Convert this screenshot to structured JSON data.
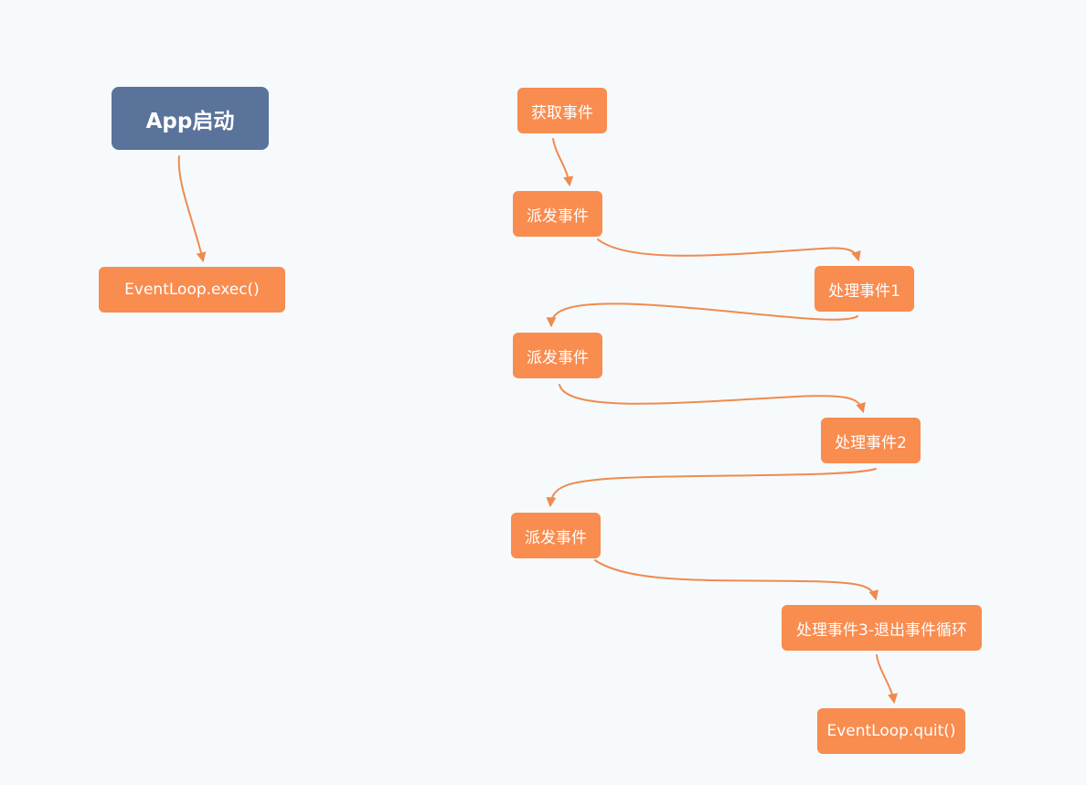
{
  "colors": {
    "background": "#f6fafc",
    "node_accent": "#f98c4f",
    "node_root": "#5a739b",
    "connector": "#f08a4f",
    "text": "#ffffff"
  },
  "nodes": {
    "app_start": "App启动",
    "event_loop_exec": "EventLoop.exec()",
    "get_event": "获取事件",
    "dispatch_1": "派发事件",
    "handle_1": "处理事件1",
    "dispatch_2": "派发事件",
    "handle_2": "处理事件2",
    "dispatch_3": "派发事件",
    "handle_3_exit": "处理事件3-退出事件循环",
    "event_loop_quit": "EventLoop.quit()"
  }
}
